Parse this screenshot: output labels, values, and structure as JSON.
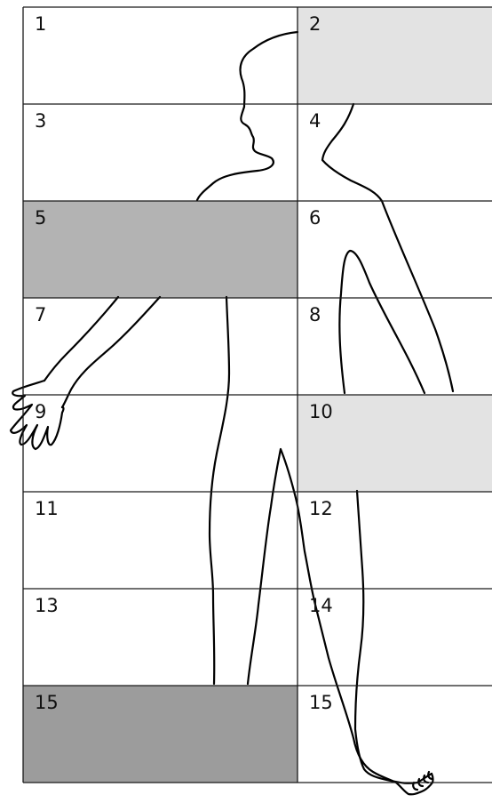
{
  "colors": {
    "light_shade": "#e3e3e3",
    "mid_shade": "#b3b3b3",
    "dark_shade": "#9c9c9c",
    "grid_line": "#1a1a1a",
    "background": "#ffffff"
  },
  "grid": {
    "rows": 8,
    "columns": 2,
    "cells": [
      {
        "label": "1",
        "shade": "none"
      },
      {
        "label": "2",
        "shade": "light"
      },
      {
        "label": "3",
        "shade": "none"
      },
      {
        "label": "4",
        "shade": "none"
      },
      {
        "label": "5",
        "shade": "mid"
      },
      {
        "label": "6",
        "shade": "none"
      },
      {
        "label": "7",
        "shade": "none"
      },
      {
        "label": "8",
        "shade": "none"
      },
      {
        "label": "9",
        "shade": "none"
      },
      {
        "label": "10",
        "shade": "light"
      },
      {
        "label": "11",
        "shade": "none"
      },
      {
        "label": "12",
        "shade": "none"
      },
      {
        "label": "13",
        "shade": "none"
      },
      {
        "label": "14",
        "shade": "none"
      },
      {
        "label": "15",
        "shade": "dark"
      },
      {
        "label": "15",
        "shade": "none"
      }
    ]
  },
  "figure": {
    "icon": "human-body-outline-icon"
  }
}
